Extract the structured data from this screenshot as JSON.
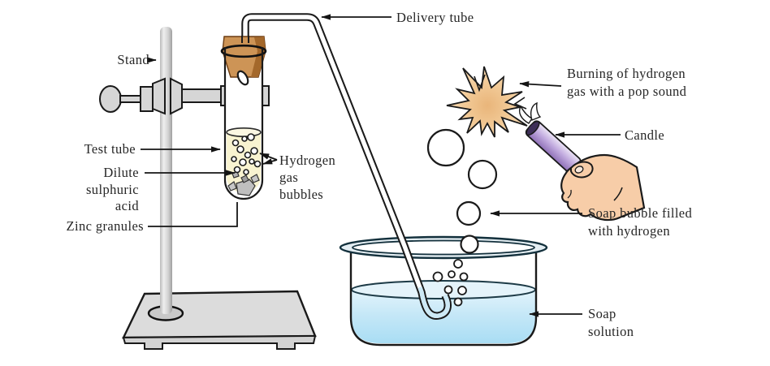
{
  "figure": {
    "subject": "Preparation of hydrogen gas from zinc and dilute sulphuric acid, collected as soap bubbles and ignited by a candle"
  },
  "labels": {
    "delivery_tube": "Delivery tube",
    "stand": "Stand",
    "test_tube": "Test tube",
    "dilute_acid": {
      "l1": "Dilute",
      "l2": "sulphuric",
      "l3": "acid"
    },
    "zinc_granules": "Zinc granules",
    "hydrogen_bubbles": {
      "l1": "Hydrogen",
      "l2": "gas",
      "l3": "bubbles"
    },
    "burning": {
      "l1": "Burning of hydrogen",
      "l2": "gas with a pop sound"
    },
    "candle": "Candle",
    "soap_bubble": {
      "l1": "Soap bubble filled",
      "l2": "with hydrogen"
    },
    "soap_solution": {
      "l1": "Soap",
      "l2": "solution"
    }
  },
  "colors": {
    "outline": "#1a1a1a",
    "text": "#262626",
    "metal_gray": "#D6D6D6",
    "base_gray": "#DCDCDC",
    "cork": "#CD9456",
    "cork_shadow": "#A4682B",
    "acid": "#F8F3D0",
    "acid_surface": "#FBF7E2",
    "zinc": "#BFBFBF",
    "soap_solution_blue": "#BCE4F6",
    "beaker_rim": "#E3EDF2",
    "starburst": "#F2CA97",
    "candle_purple": "#B094D6",
    "candle_tip": "#3E2F58",
    "skin": "#F7CDA8"
  }
}
